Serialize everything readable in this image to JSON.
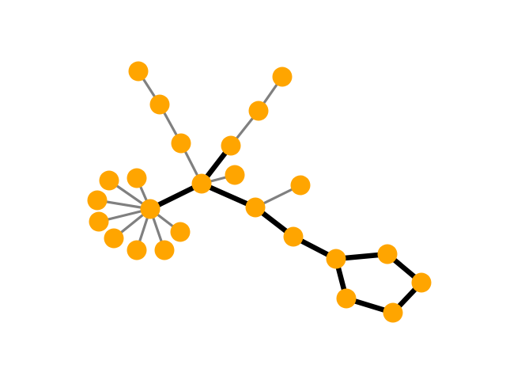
{
  "graph": {
    "node_color": "#FFA500",
    "thin_edge_color": "#808080",
    "thick_edge_color": "#000000",
    "nodes": [
      "n0",
      "n1",
      "n2",
      "n3",
      "n4",
      "n5",
      "n6",
      "n7",
      "n8",
      "n9",
      "n10",
      "n11",
      "n12",
      "n13",
      "n14",
      "n15",
      "n16",
      "n17",
      "n18",
      "n19",
      "n20",
      "n21",
      "n22",
      "n23",
      "n24",
      "n25",
      "n26",
      "n27"
    ],
    "edges": [
      {
        "source": "n0",
        "target": "n1",
        "weight": "thin"
      },
      {
        "source": "n1",
        "target": "n2",
        "weight": "thin"
      },
      {
        "source": "n2",
        "target": "n3",
        "weight": "thin"
      },
      {
        "source": "n4",
        "target": "n5",
        "weight": "thin"
      },
      {
        "source": "n5",
        "target": "n6",
        "weight": "thin"
      },
      {
        "source": "n6",
        "target": "n3",
        "weight": "thick"
      },
      {
        "source": "n3",
        "target": "n7",
        "weight": "thin"
      },
      {
        "source": "n3",
        "target": "n8",
        "weight": "thick"
      },
      {
        "source": "n3",
        "target": "n9",
        "weight": "thick"
      },
      {
        "source": "n8",
        "target": "n10",
        "weight": "thin"
      },
      {
        "source": "n8",
        "target": "n11",
        "weight": "thin"
      },
      {
        "source": "n8",
        "target": "n12",
        "weight": "thin"
      },
      {
        "source": "n8",
        "target": "n13",
        "weight": "thin"
      },
      {
        "source": "n8",
        "target": "n14",
        "weight": "thin"
      },
      {
        "source": "n8",
        "target": "n15",
        "weight": "thin"
      },
      {
        "source": "n8",
        "target": "n16",
        "weight": "thin"
      },
      {
        "source": "n8",
        "target": "n17",
        "weight": "thin"
      },
      {
        "source": "n9",
        "target": "n18",
        "weight": "thin"
      },
      {
        "source": "n9",
        "target": "n19",
        "weight": "thick"
      },
      {
        "source": "n19",
        "target": "n20",
        "weight": "thick"
      },
      {
        "source": "n20",
        "target": "n21",
        "weight": "thick"
      },
      {
        "source": "n21",
        "target": "n22",
        "weight": "thick"
      },
      {
        "source": "n22",
        "target": "n23",
        "weight": "thick"
      },
      {
        "source": "n23",
        "target": "n24",
        "weight": "thick"
      },
      {
        "source": "n24",
        "target": "n20",
        "weight": "thick"
      }
    ]
  }
}
